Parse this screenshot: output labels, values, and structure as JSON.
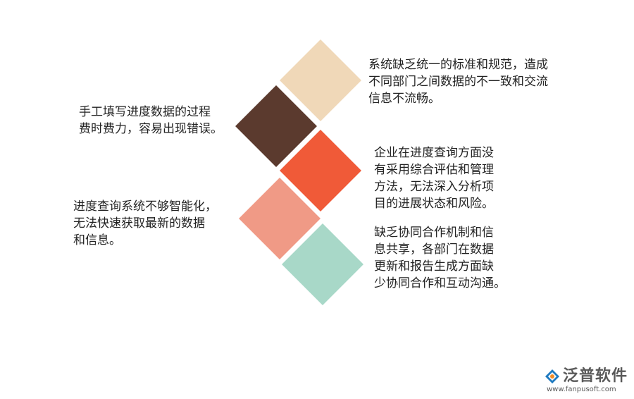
{
  "colors": {
    "diamond_top_right": "#f0d8b8",
    "diamond_mid_left": "#5b3a2e",
    "diamond_mid_right": "#f05a38",
    "diamond_low_left": "#f09a86",
    "diamond_bottom": "#a8d8c8",
    "text": "#222222",
    "logo_text": "#5a5a5a",
    "logo_blue": "#1f7ac0",
    "logo_orange": "#f08c28"
  },
  "items": {
    "top_right": "系统缺乏统一的标准和规范，造成\n不同部门之间数据的不一致和交流\n信息不流畅。",
    "upper_left": "手工填写进度数据的过程\n费时费力，容易出现错误。",
    "mid_right": "企业在进度查询方面没\n有采用综合评估和管理\n方法，无法深入分析项\n目的进展状态和风险。",
    "lower_left": "进度查询系统不够智能化，\n无法快速获取最新的数据\n和信息。",
    "bottom_right": "缺乏协同合作机制和信\n息共享，各部门在数据\n更新和报告生成方面缺\n少协同合作和互动沟通。"
  },
  "logo": {
    "name": "泛普软件",
    "url": "www.fanpusoft.com",
    "icon": "fanpu-logo-icon"
  }
}
